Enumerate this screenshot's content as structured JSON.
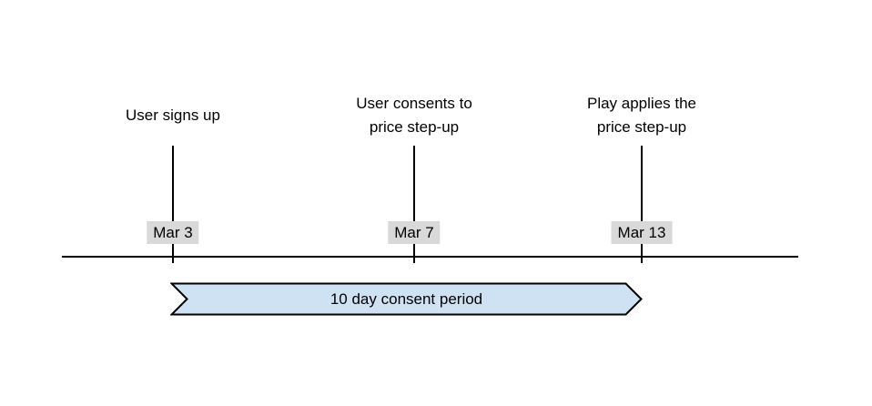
{
  "timeline": {
    "events": [
      {
        "title_lines": [
          "User signs up"
        ],
        "date": "Mar 3"
      },
      {
        "title_lines": [
          "User consents to",
          "price step-up"
        ],
        "date": "Mar 7"
      },
      {
        "title_lines": [
          "Play applies the",
          "price step-up"
        ],
        "date": "Mar 13"
      }
    ],
    "period_label": "10 day consent period",
    "colors": {
      "banner_fill": "#cfe2f3",
      "banner_border": "#000000",
      "date_badge_bg": "#d9d9d9",
      "line": "#000000",
      "text": "#000000",
      "background": "#ffffff"
    }
  }
}
